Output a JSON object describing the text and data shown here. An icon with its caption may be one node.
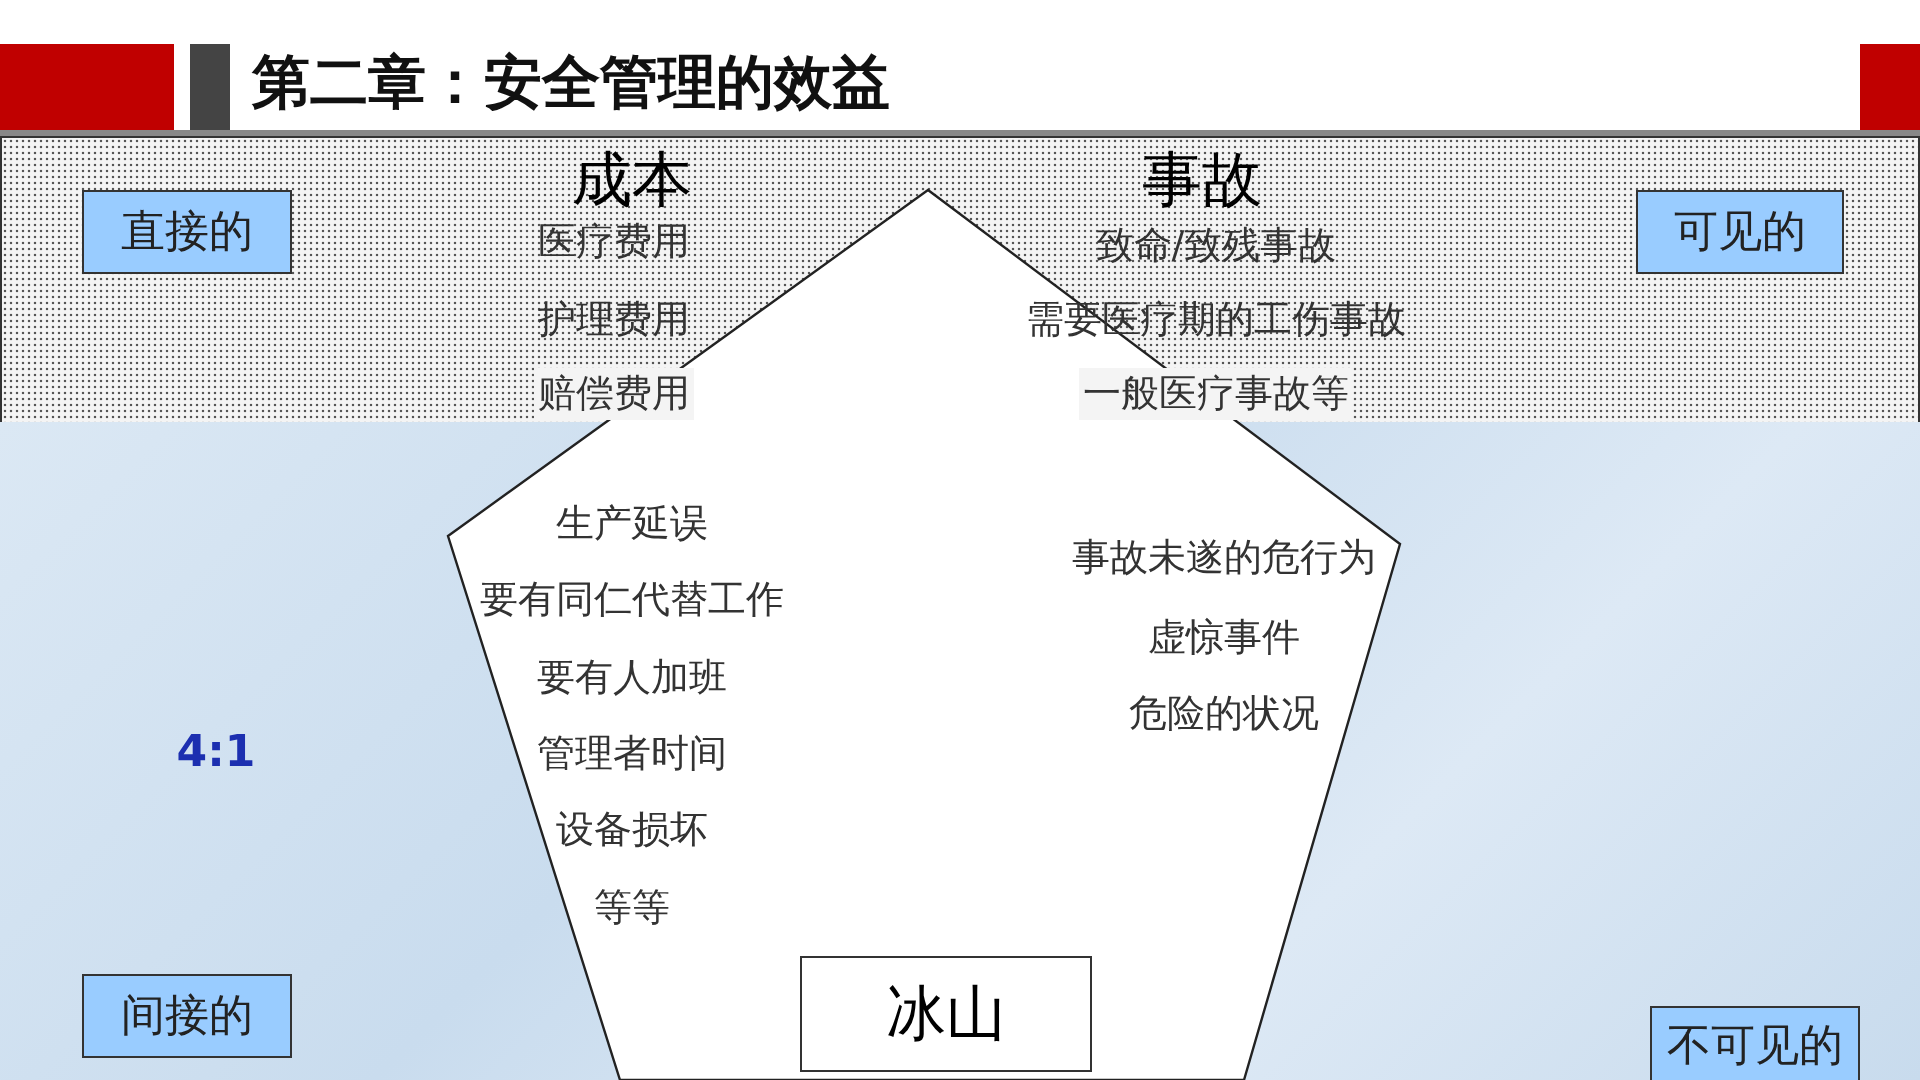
{
  "diagram": {
    "title": "第二章：安全管理的效益",
    "nodes": [
      {
        "text": [
          "直接的"
        ]
      },
      {
        "text": [
          "可见的"
        ]
      },
      {
        "text": [
          "间接的"
        ]
      },
      {
        "text": [
          "冰山"
        ]
      },
      {
        "text": [
          "不可见的"
        ]
      }
    ],
    "edges": [],
    "labels": [
      "成本",
      "事故",
      "医疗费用",
      "致命/致残事故",
      "护理费用",
      "需要医疗期的工伤事故",
      "赔偿费用",
      "一般医疗事故等",
      "生产延误",
      "事故未遂的危行为",
      "要有同仁代替工作",
      "虚惊事件",
      "要有人加班",
      "危险的状况",
      "4:1",
      "管理者时间",
      "设备损坏",
      "等等"
    ]
  }
}
